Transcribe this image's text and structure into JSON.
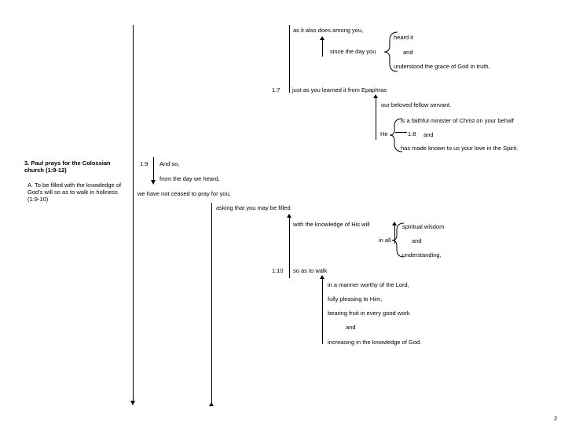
{
  "outline": {
    "heading": "3. Paul prays for the Colossian church (1:9-12)",
    "sub_item": "A.  To be filled with the knowledge of God’s will so as to walk in holiness (1:9-10)"
  },
  "diagram": {
    "top": {
      "line1": "as it also does among you,",
      "heard_it": "heard it",
      "since_day": "since the day you",
      "and1": "and",
      "understood": "understood the grace of God in truth,",
      "verse_1_7": "1:7",
      "learned": "just as you learned it from Epaphras",
      "beloved": "our beloved fellow servant.",
      "he": "He",
      "faithful": "is a faithful minister of Christ on your behalf",
      "verse_1_8": "1:8",
      "and2": "and",
      "made_known": "has made known to us your love in the Spirit."
    },
    "prayer": {
      "verse_1_9": "1:9",
      "and_so": "And so,",
      "from_day": "from the day we heard,",
      "not_ceased": "we have not ceased to pray for you,",
      "asking": "asking that you may be filled",
      "knowledge": "with the knowledge of His will",
      "spiritual": "spiritual wisdom",
      "in_all": "in all",
      "and3": "and",
      "understanding": "understanding,",
      "verse_1_10": "1:10",
      "walk": "so as to walk",
      "worthy": "in a manner worthy of the Lord,",
      "pleasing": "fully pleasing to Him,",
      "fruit": "bearing fruit in every good work",
      "and4": "and",
      "increasing": "increasing in the knowledge of God."
    }
  },
  "page_number": "2"
}
